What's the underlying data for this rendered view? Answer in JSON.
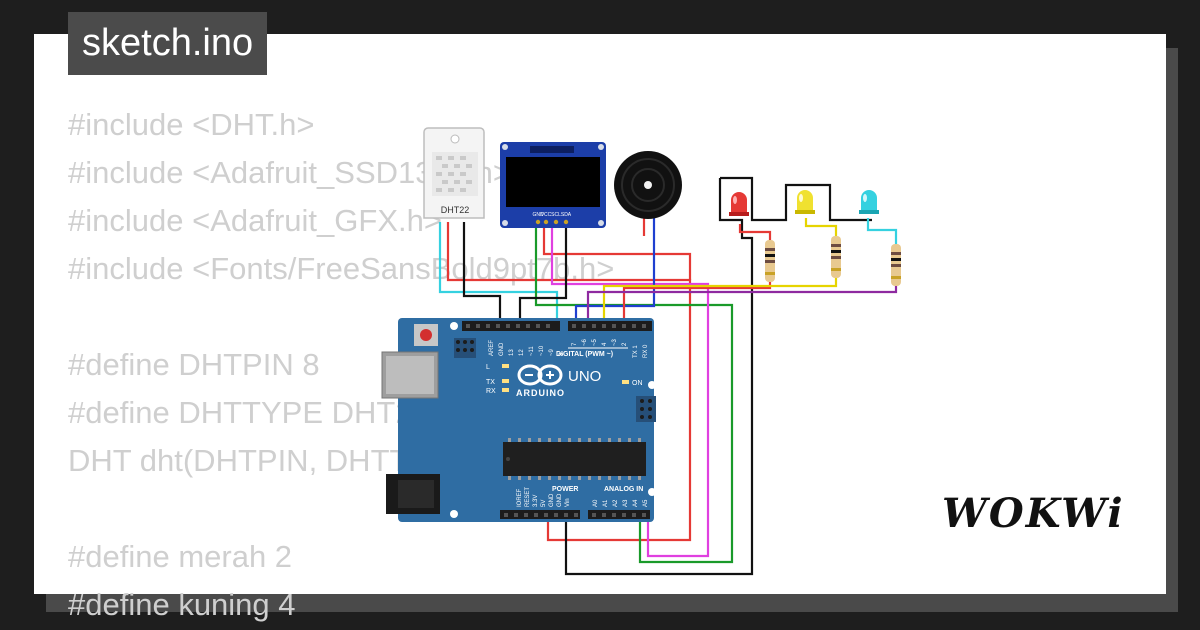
{
  "tab": {
    "title": "sketch.ino"
  },
  "code_lines": [
    "#include <DHT.h>",
    "#include <Adafruit_SSD1306.h>",
    "#include <Adafruit_GFX.h>",
    "#include <Fonts/FreeSansBold9pt7b.h>",
    "",
    "#define DHTPIN 8",
    "#define DHTTYPE DHT22",
    "DHT dht(DHTPIN, DHTTYPE);",
    "",
    "#define merah 2",
    "#define kuning 4"
  ],
  "components": {
    "dht": {
      "label": "DHT22"
    },
    "oled": {
      "pins": [
        "VCC",
        "GND",
        "SCL",
        "SDA"
      ]
    },
    "buzzer": {
      "name": "buzzer"
    },
    "leds": [
      {
        "color_name": "red",
        "color": "#e53935"
      },
      {
        "color_name": "yellow",
        "color": "#f0e130"
      },
      {
        "color_name": "cyan",
        "color": "#35d1e0"
      }
    ],
    "arduino": {
      "brand": "ARDUINO",
      "model": "UNO",
      "digital_label": "DIGITAL (PWM ~)",
      "power_label": "POWER",
      "analog_label": "ANALOG IN",
      "on_label": "ON",
      "l_label": "L",
      "tx_label": "TX",
      "rx_label": "RX",
      "top_pins": [
        "AREF",
        "GND",
        "13",
        "12",
        "~11",
        "~10",
        "~9",
        "8",
        "7",
        "~6",
        "~5",
        "4",
        "~3",
        "2",
        "TX 1",
        "RX 0"
      ],
      "power_pins": [
        "IOREF",
        "RESET",
        "3.3V",
        "5V",
        "GND",
        "GND",
        "Vin"
      ],
      "analog_pins": [
        "A0",
        "A1",
        "A2",
        "A3",
        "A4",
        "A5"
      ]
    }
  },
  "branding": {
    "logo": "WOKWi"
  },
  "colors": {
    "background": "#1e1e1e",
    "card": "#ffffff",
    "tab": "#4b4b4b",
    "code_text": "#cfcfcf",
    "board": "#2f6da3",
    "oled": "#1c3ea8",
    "sensor_body": "#f2f2f2"
  }
}
